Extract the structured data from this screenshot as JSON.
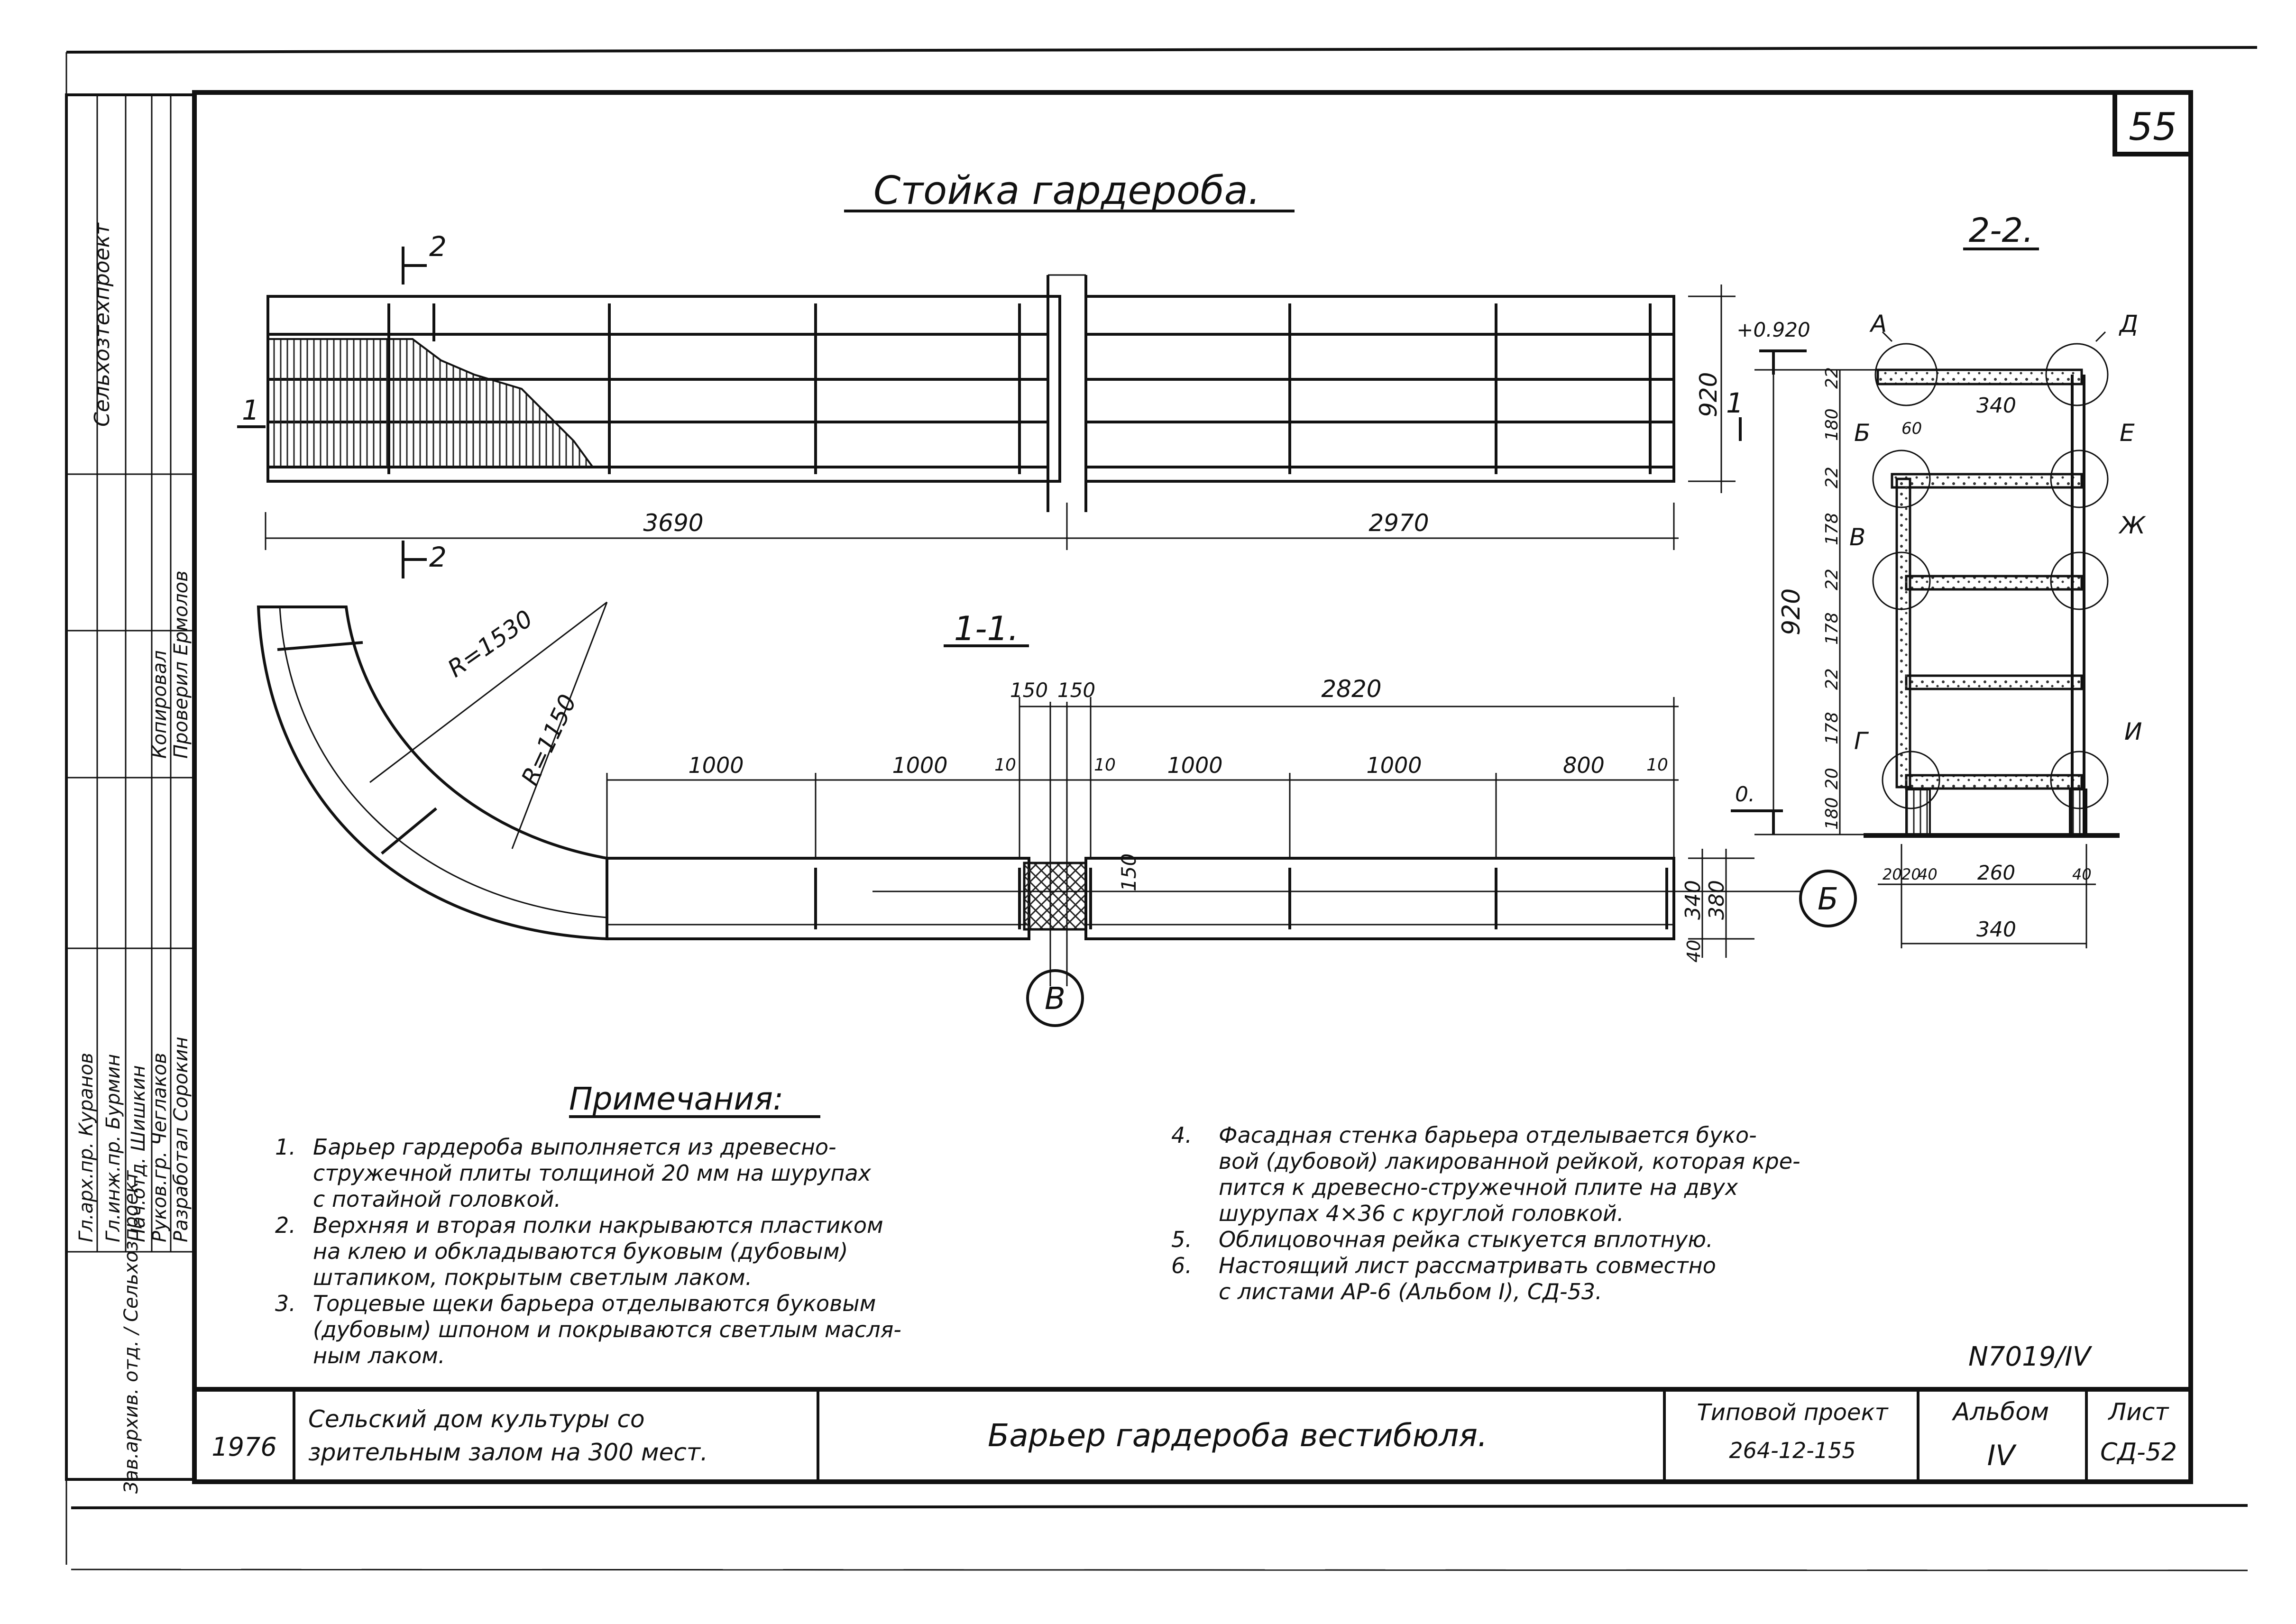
{
  "sheet": {
    "page_number": "55",
    "title": "Стойка гардероба.",
    "section_1": "1-1.",
    "section_2": "2-2.",
    "section_mark": "2",
    "section_mark_1": "1",
    "archive_number": "N7019/IV"
  },
  "dimensions": {
    "total_left": "3690",
    "total_right": "2970",
    "height_920": "920",
    "level_top": "+0.920",
    "level_zero": "0.",
    "radius_outer": "R=1530",
    "radius_inner": "R=1150",
    "plan_segments": [
      "1000",
      "1000",
      "10",
      "150",
      "150",
      "10",
      "1000",
      "1000",
      "800",
      "10"
    ],
    "plan_span": "2820",
    "plan_post": "150",
    "plan_depth_340": "340",
    "plan_depth_380": "380",
    "plan_40": "40",
    "sec_vertical": [
      "22",
      "180",
      "22",
      "178",
      "22",
      "178",
      "22",
      "178",
      "20",
      "180"
    ],
    "sec_width_340": "340",
    "sec_shelf_60": "60",
    "sec_bottom": [
      "20",
      "20",
      "40",
      "260",
      "40"
    ],
    "sec_bottom_total": "340"
  },
  "callouts": {
    "section_2": [
      "А",
      "Б",
      "В",
      "Г",
      "Д",
      "Е",
      "Ж",
      "И"
    ],
    "plan_v": "В",
    "plan_b": "Б"
  },
  "notes": {
    "heading": "Примечания:",
    "left": [
      {
        "num": "1.",
        "text": "Барьер гардероба выполняется из древесно-"
      },
      {
        "num": "",
        "text": "стружечной плиты толщиной 20 мм на шурупах"
      },
      {
        "num": "",
        "text": "с потайной головкой."
      },
      {
        "num": "2.",
        "text": "Верхняя и вторая полки накрываются пластиком"
      },
      {
        "num": "",
        "text": "на клею и обкладываются буковым (дубовым)"
      },
      {
        "num": "",
        "text": "штапиком, покрытым светлым лаком."
      },
      {
        "num": "3.",
        "text": "Торцевые щеки барьера отделываются буковым"
      },
      {
        "num": "",
        "text": "(дубовым) шпоном и покрываются светлым масля-"
      },
      {
        "num": "",
        "text": "ным лаком."
      }
    ],
    "right": [
      {
        "num": "4.",
        "text": "Фасадная стенка барьера отделывается буко-"
      },
      {
        "num": "",
        "text": "вой (дубовой) лакированной рейкой, которая кре-"
      },
      {
        "num": "",
        "text": "пится к древесно-стружечной плите на двух"
      },
      {
        "num": "",
        "text": "шурупах 4×36 с круглой головкой."
      },
      {
        "num": "5.",
        "text": "Облицовочная рейка стыкуется вплотную."
      },
      {
        "num": "6.",
        "text": "Настоящий лист рассматривать совместно"
      },
      {
        "num": "",
        "text": "с листами АР-6 (Альбом I), СД-53."
      }
    ]
  },
  "title_block": {
    "year": "1976",
    "project_line1": "Сельский дом культуры со",
    "project_line2": "зрительным залом на 300 мест.",
    "drawing_title": "Барьер гардероба вестибюля.",
    "type_label": "Типовой проект",
    "type_value": "264-12-155",
    "album_label": "Альбом",
    "album_value": "IV",
    "sheet_label": "Лист",
    "sheet_value": "СД-52"
  },
  "side_stamp": {
    "rows": [
      "Гл.арх.пр.  Куранов",
      "Гл.инж.пр.  Бурмин",
      "Нач.отд.  Шишкин",
      "Руков.гр.  Чеглаков",
      "Разработал  Сорокин",
      "Проверил  Ермолов",
      "Копировал"
    ],
    "vertical_1": "Сельхозтехпроект",
    "vertical_2": "Зав.архив. отд. / Сельхозпроект"
  }
}
